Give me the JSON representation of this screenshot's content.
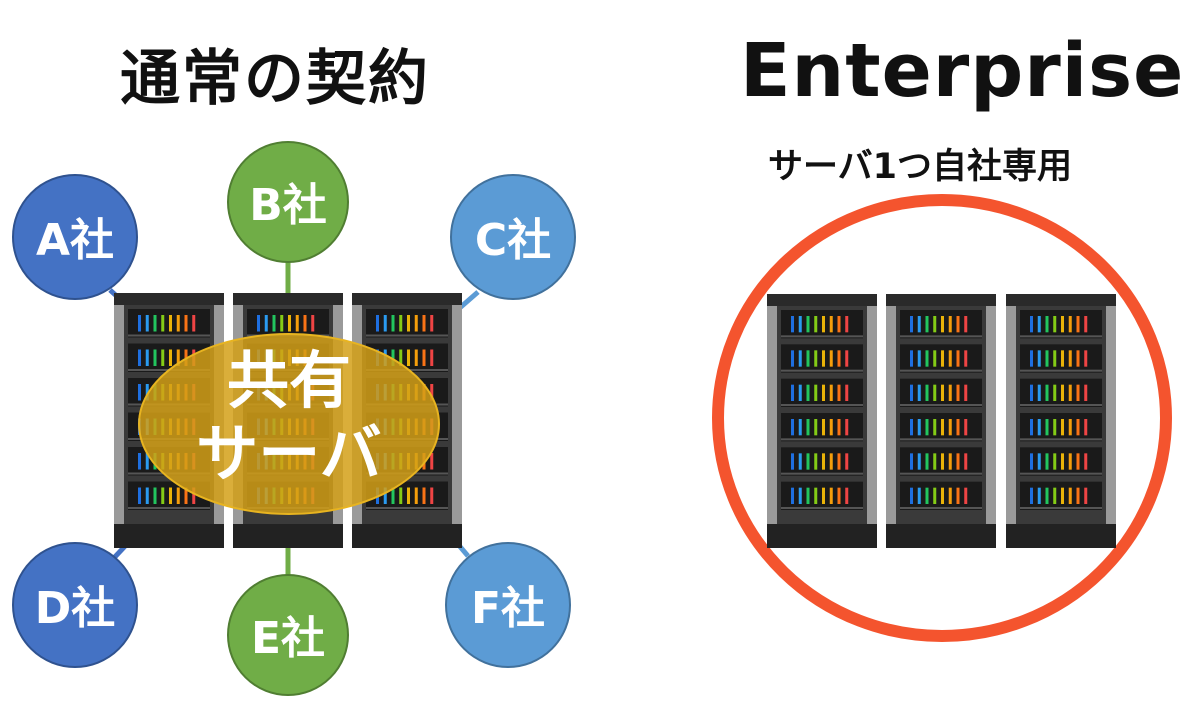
{
  "left": {
    "title": "通常の契約",
    "shared_label_line1": "共有",
    "shared_label_line2": "サーバ",
    "companies": [
      {
        "label": "A社",
        "color": "#4472C4"
      },
      {
        "label": "B社",
        "color": "#70AD47"
      },
      {
        "label": "C社",
        "color": "#5B9BD5"
      },
      {
        "label": "D社",
        "color": "#4472C4"
      },
      {
        "label": "E社",
        "color": "#70AD47"
      },
      {
        "label": "F社",
        "color": "#5B9BD5"
      }
    ],
    "shared_color": "#D4A017"
  },
  "right": {
    "title": "Enterprise",
    "subtitle": "サーバ1つ自社専用",
    "ring_color": "#F4542E"
  },
  "icons": {
    "rack": "server-rack-icon"
  }
}
